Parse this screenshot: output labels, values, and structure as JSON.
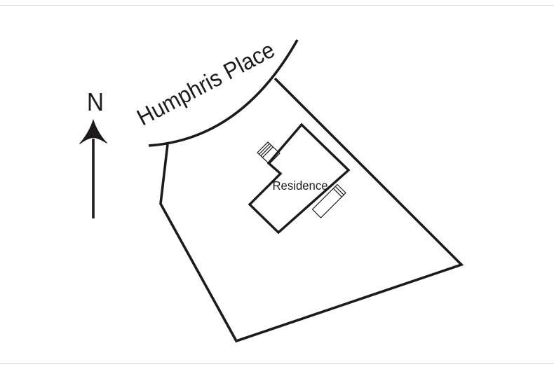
{
  "figure": {
    "type": "site-plan",
    "background": "#ffffff",
    "ink_color": "#1d1a1b"
  },
  "compass": {
    "label": "N"
  },
  "road": {
    "label": "Humphris Place"
  },
  "building": {
    "label": "Residence"
  }
}
